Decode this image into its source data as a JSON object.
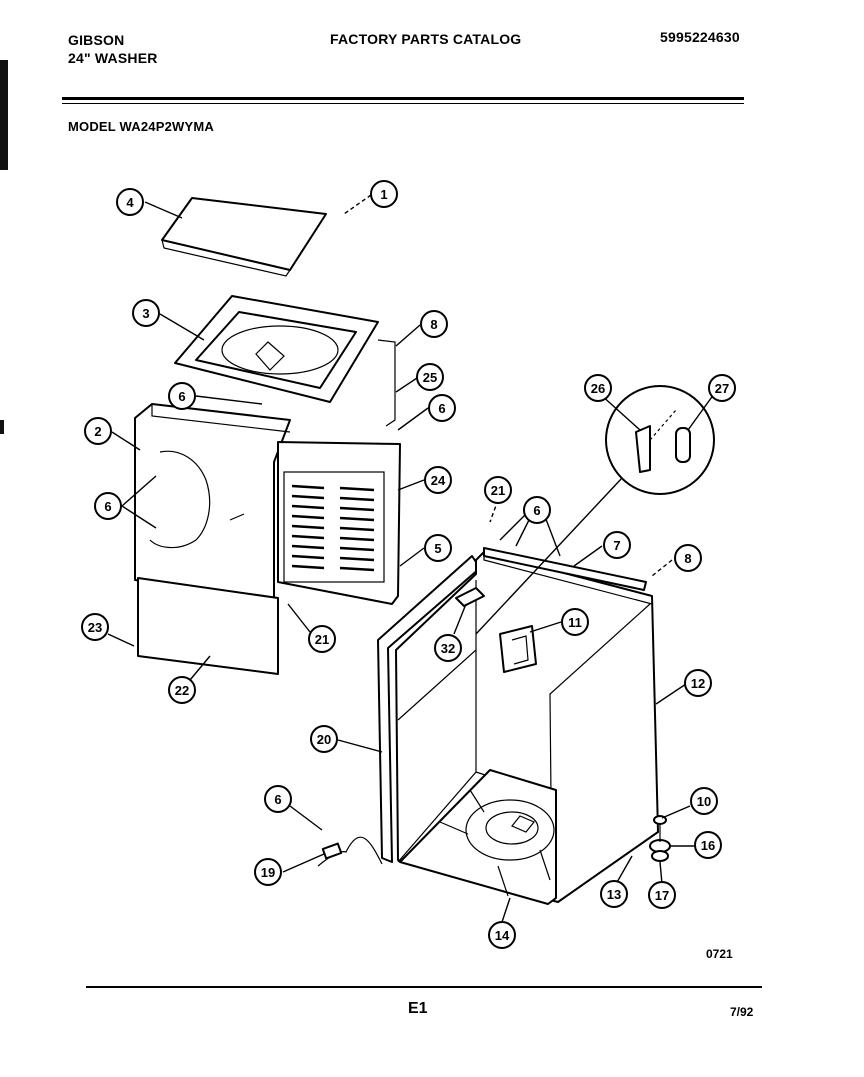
{
  "header": {
    "brand": "GIBSON",
    "product": "24\" WASHER",
    "catalog_title": "FACTORY PARTS CATALOG",
    "catalog_number": "5995224630",
    "model": "MODEL WA24P2WYMA"
  },
  "footer": {
    "drawing_code": "0721",
    "page_label": "E1",
    "date": "7/92"
  },
  "callouts": [
    {
      "label": "1"
    },
    {
      "label": "2"
    },
    {
      "label": "3"
    },
    {
      "label": "4"
    },
    {
      "label": "5"
    },
    {
      "label": "6"
    },
    {
      "label": "6"
    },
    {
      "label": "6"
    },
    {
      "label": "6"
    },
    {
      "label": "6"
    },
    {
      "label": "7"
    },
    {
      "label": "8"
    },
    {
      "label": "8"
    },
    {
      "label": "10"
    },
    {
      "label": "11"
    },
    {
      "label": "12"
    },
    {
      "label": "13"
    },
    {
      "label": "14"
    },
    {
      "label": "16"
    },
    {
      "label": "17"
    },
    {
      "label": "19"
    },
    {
      "label": "20"
    },
    {
      "label": "21"
    },
    {
      "label": "21"
    },
    {
      "label": "22"
    },
    {
      "label": "23"
    },
    {
      "label": "24"
    },
    {
      "label": "25"
    },
    {
      "label": "26"
    },
    {
      "label": "27"
    },
    {
      "label": "32"
    }
  ]
}
